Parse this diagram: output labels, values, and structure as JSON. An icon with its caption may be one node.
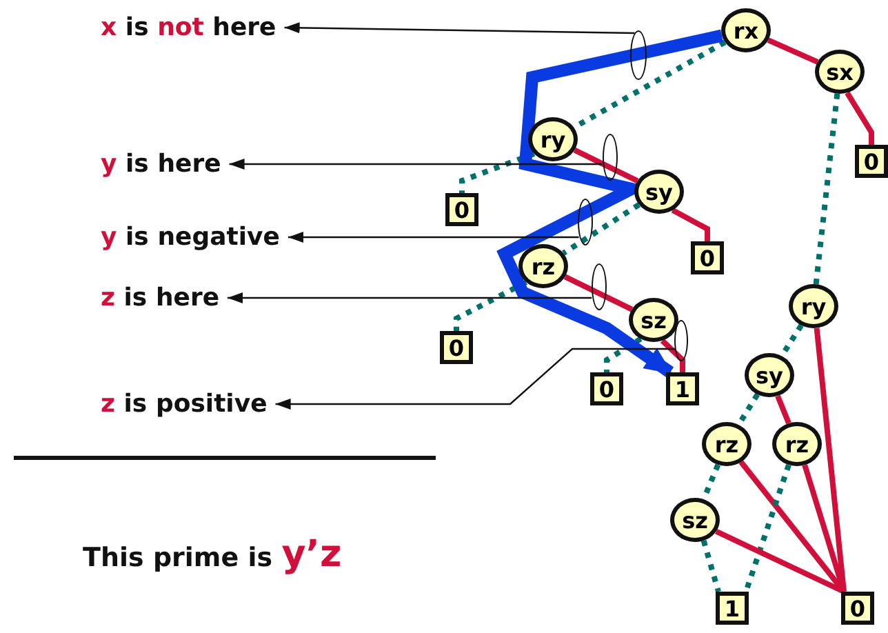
{
  "diagram": {
    "nodes": [
      {
        "text": [
          "x is not here"
        ]
      },
      {
        "text": [
          "y is here"
        ]
      },
      {
        "text": [
          "y is negative"
        ]
      },
      {
        "text": [
          "z is here"
        ]
      },
      {
        "text": [
          "z is positive"
        ]
      },
      {
        "text": [],
        "shape": "ellipse"
      },
      {
        "text": [],
        "shape": "ellipse"
      },
      {
        "text": [],
        "shape": "ellipse"
      },
      {
        "text": [],
        "shape": "ellipse"
      },
      {
        "text": [],
        "shape": "ellipse"
      },
      {
        "text": [
          "rx"
        ]
      },
      {
        "text": [
          "sx"
        ]
      },
      {
        "text": [
          "0"
        ]
      },
      {
        "text": [
          "ry"
        ]
      },
      {
        "text": [
          "0"
        ]
      },
      {
        "text": [
          "sy"
        ]
      },
      {
        "text": [
          "0"
        ]
      },
      {
        "text": [
          "rz"
        ]
      },
      {
        "text": [
          "0"
        ]
      },
      {
        "text": [
          "sz"
        ]
      },
      {
        "text": [
          "0"
        ]
      },
      {
        "text": [
          "1"
        ]
      },
      {
        "text": [
          "ry"
        ]
      },
      {
        "text": [
          "sy"
        ]
      },
      {
        "text": [
          "rz"
        ]
      },
      {
        "text": [
          "rz"
        ]
      },
      {
        "text": [
          "sz"
        ]
      },
      {
        "text": [
          "1"
        ]
      },
      {
        "text": [
          "0"
        ]
      }
    ],
    "edges": [
      {
        "from": 10,
        "to": 11,
        "arrow": "none",
        "color": "#d0103a"
      },
      {
        "from": 10,
        "to": 13,
        "arrow": "none",
        "style": "dashed",
        "color": "#00706b"
      },
      {
        "from": 11,
        "to": 12,
        "arrow": "none",
        "color": "#d0103a"
      },
      {
        "from": 11,
        "to": 22,
        "arrow": "none",
        "style": "dashed",
        "color": "#00706b"
      },
      {
        "from": 13,
        "to": 14,
        "arrow": "none",
        "style": "dashed",
        "color": "#00706b"
      },
      {
        "from": 13,
        "to": 15,
        "arrow": "none",
        "color": "#d0103a"
      },
      {
        "from": 15,
        "to": 17,
        "arrow": "none",
        "style": "dashed",
        "color": "#00706b"
      },
      {
        "from": 15,
        "to": 16,
        "arrow": "none",
        "color": "#d0103a"
      },
      {
        "from": 17,
        "to": 18,
        "arrow": "none",
        "style": "dashed",
        "color": "#00706b"
      },
      {
        "from": 17,
        "to": 19,
        "arrow": "none",
        "color": "#d0103a"
      },
      {
        "from": 19,
        "to": 20,
        "arrow": "none",
        "style": "dashed",
        "color": "#00706b"
      },
      {
        "from": 19,
        "to": 21,
        "arrow": "none",
        "color": "#d0103a"
      },
      {
        "from": 22,
        "to": 23,
        "arrow": "none",
        "style": "dashed",
        "color": "#00706b"
      },
      {
        "from": 22,
        "to": 28,
        "arrow": "none",
        "color": "#d0103a"
      },
      {
        "from": 23,
        "to": 24,
        "arrow": "none",
        "style": "dashed",
        "color": "#00706b"
      },
      {
        "from": 23,
        "to": 25,
        "arrow": "none",
        "color": "#d0103a"
      },
      {
        "from": 24,
        "to": 26,
        "arrow": "none",
        "style": "dashed",
        "color": "#00706b"
      },
      {
        "from": 24,
        "to": 28,
        "arrow": "none",
        "color": "#d0103a"
      },
      {
        "from": 25,
        "to": 27,
        "arrow": "none",
        "style": "dashed",
        "color": "#00706b"
      },
      {
        "from": 25,
        "to": 28,
        "arrow": "none",
        "color": "#d0103a"
      },
      {
        "from": 26,
        "to": 27,
        "arrow": "none",
        "style": "dashed",
        "color": "#00706b"
      },
      {
        "from": 26,
        "to": 28,
        "arrow": "none",
        "color": "#d0103a"
      },
      {
        "from": 10,
        "to": 21,
        "arrow": "to",
        "style": "thick",
        "color": "#0a3be0"
      },
      {
        "from": 5,
        "to": 0,
        "arrow": "to",
        "color": "#111111"
      },
      {
        "from": 6,
        "to": 1,
        "arrow": "to",
        "color": "#111111"
      },
      {
        "from": 7,
        "to": 2,
        "arrow": "to",
        "color": "#111111"
      },
      {
        "from": 8,
        "to": 3,
        "arrow": "to",
        "color": "#111111"
      },
      {
        "from": 9,
        "to": 4,
        "arrow": "to",
        "color": "#111111"
      }
    ],
    "labels": [
      "This prime is y’z"
    ]
  }
}
